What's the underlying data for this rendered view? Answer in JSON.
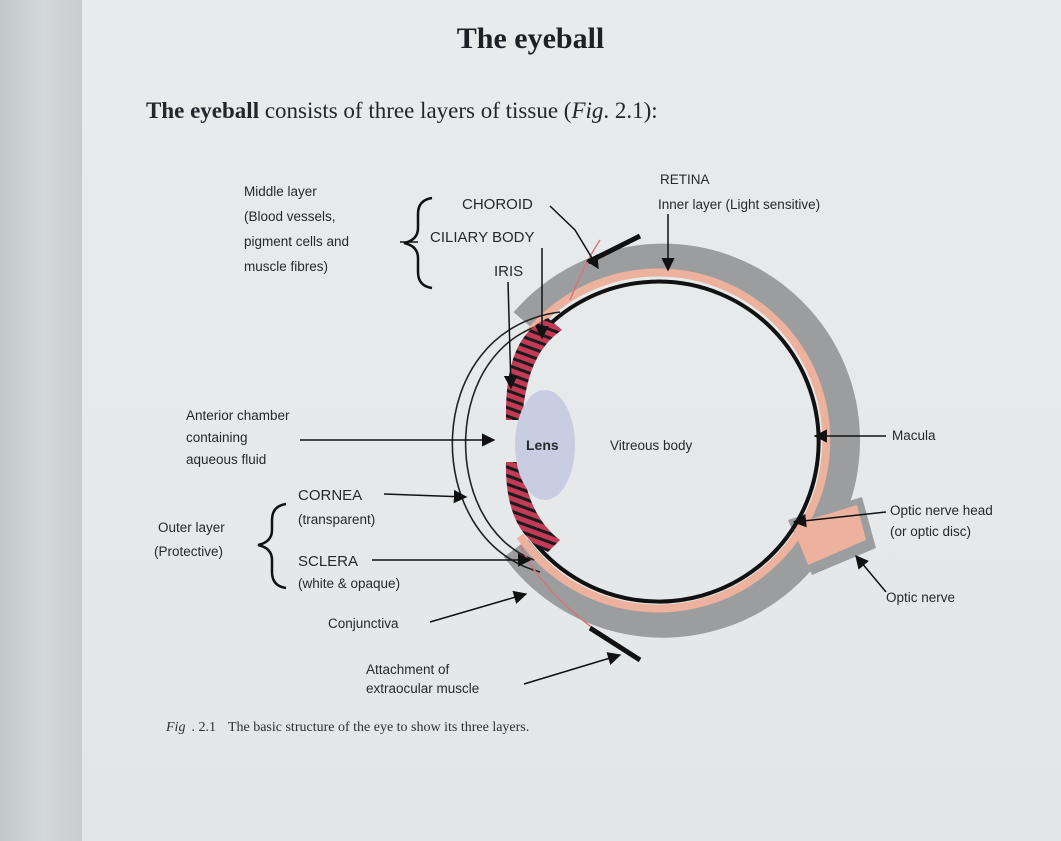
{
  "heading": "The eyeball",
  "intro": {
    "bold": "The eyeball",
    "rest": " consists of three layers of tissue (",
    "figref": "Fig",
    "figref_tail": ". 2.1):"
  },
  "labels": {
    "middle_layer": [
      "Middle layer",
      "(Blood vessels,",
      "pigment cells and",
      "muscle fibres)"
    ],
    "choroid": "CHOROID",
    "ciliary_body": "CILIARY BODY",
    "iris": "IRIS",
    "retina": "RETINA",
    "retina_desc": "Inner layer (Light sensitive)",
    "anterior_chamber": [
      "Anterior chamber",
      "containing",
      "aqueous fluid"
    ],
    "lens": "Lens",
    "vitreous": "Vitreous body",
    "macula": "Macula",
    "cornea": "CORNEA",
    "cornea_desc": "(transparent)",
    "outer_layer": [
      "Outer layer",
      "(Protective)"
    ],
    "sclera": "SCLERA",
    "sclera_desc": "(white & opaque)",
    "optic_nerve_head": [
      "Optic nerve head",
      "(or optic disc)"
    ],
    "optic_nerve": "Optic nerve",
    "conjunctiva": "Conjunctiva",
    "attachment": [
      "Attachment of",
      "extraocular muscle"
    ]
  },
  "caption": {
    "fig": "Fig",
    "num": ". 2.1",
    "text": "The basic structure of the eye to show its three layers."
  },
  "colors": {
    "sclera": "#9b9d9f",
    "choroid": "#ecb29d",
    "retina": "#111111",
    "ciliary": "#c23a55",
    "lens": "#c9cde1"
  }
}
